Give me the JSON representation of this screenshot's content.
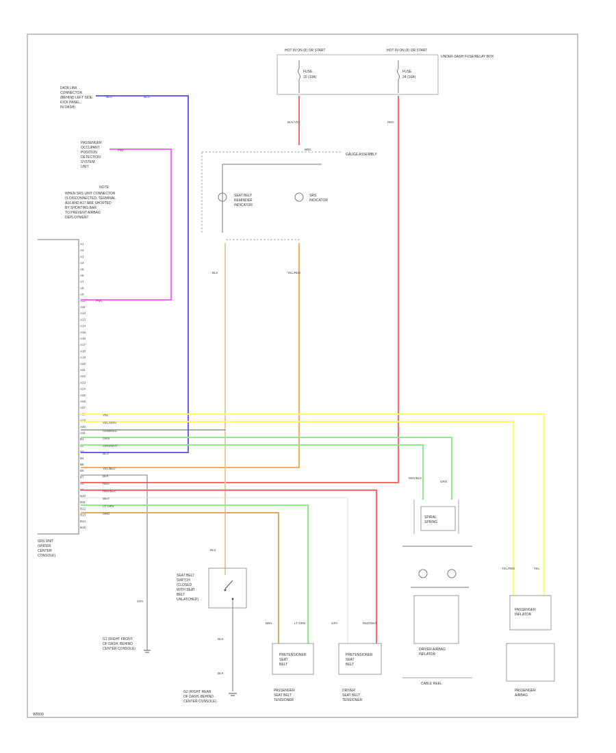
{
  "frame": {
    "footer_code": "W0000"
  },
  "colors": {
    "blue": "#6a5cff",
    "pink": "#ff66ff",
    "red": "#ff6666",
    "orange": "#ffaa55",
    "yellow": "#ffff66",
    "green": "#88ee88",
    "tan": "#e8cc99",
    "gray": "#9a9a9a",
    "black": "#333333"
  },
  "fuse_box": {
    "title": "UNDER-DASH FUSE/RELAY BOX",
    "left_fuse_header": "HOT IN ON (II) OR START",
    "right_fuse_header": "HOT IN ON (II) OR START",
    "left_fuse": [
      "FUSE",
      "15 (10A)"
    ],
    "right_fuse": [
      "FUSE",
      "24 (10A)"
    ]
  },
  "gauge_assembly": {
    "title": "GAUGE ASSEMBLY",
    "indicators": [
      {
        "name": "SEAT BELT",
        "lines": [
          "SEAT BELT",
          "REMINDER",
          "INDICATOR"
        ]
      },
      {
        "name": "SRS",
        "lines": [
          "SRS",
          "INDICATOR"
        ]
      }
    ]
  },
  "side_labels": {
    "data_link": [
      "DATA LINK",
      "CONNECTOR",
      "(BEHIND LEFT SIDE",
      "KICK PANEL,",
      "IN DASH)"
    ],
    "passenger_sensor": [
      "PASSENGER",
      "OCCUPANT",
      "POSITION",
      "DETECTION",
      "SYSTEM",
      "UNIT"
    ],
    "note": [
      "NOTE:",
      "WHEN SRS UNIT CONNECTOR",
      "IS DISCONNECTED, TERMINAL",
      "A16 AND A17 ARE SHORTED",
      "BY SHORTING BAR",
      "TO PREVENT AIRBAG",
      "DEPLOYMENT"
    ],
    "srs_unit": [
      "SRS UNIT",
      "(UNDER",
      "CENTER",
      "CONSOLE)"
    ]
  },
  "wire_codes": {
    "blk_yel": "BLK/YEL",
    "red": "RED",
    "yel": "YEL",
    "pnk": "PNK",
    "blu": "BLU",
    "brn": "BRN",
    "yel_blu": "YEL/BLU",
    "yel_grn": "YEL/GRN",
    "grn_red": "GRN/RED",
    "grn": "GRN",
    "grn_wht": "GRN/WHT",
    "yel_red": "YEL/RED",
    "org": "ORG",
    "wht": "WHT",
    "lt_grn": "LT GRN",
    "gry": "GRY",
    "blk": "BLK",
    "red_blk": "RED/BLK",
    "red_wht": "RED/WHT"
  },
  "bottom_labels": {
    "seat_belt_switch": [
      "SEAT BELT",
      "SWITCH",
      "(CLOSED",
      "WITH SEAT",
      "BELT",
      "UNLATCHED)"
    ],
    "ground_left": [
      "G1 (RIGHT FRONT",
      "OF DASH, BEHIND",
      "CENTER CONSOLE)"
    ],
    "ground_bottom": [
      "G2 (RIGHT REAR",
      "OF DASH, BEHIND",
      "CENTER CONSOLE)"
    ],
    "passenger_pretensioner": [
      "PASSENGER",
      "SEAT BELT",
      "TENSIONER"
    ],
    "driver_pretensioner": [
      "DRIVER",
      "SEAT BELT",
      "TENSIONER"
    ],
    "driver_airbag": [
      "DRIVER AIRBAG",
      "INFLATOR"
    ],
    "cable_reel": [
      "CABLE REEL"
    ],
    "spiral": [
      "SPIRAL",
      "SPRING"
    ],
    "passenger_airbag": [
      "PASSENGER",
      "AIRBAG"
    ],
    "passenger_inflator": [
      "PASSENGER",
      "INFLATOR"
    ],
    "pretensioner_box": [
      "PRETENSIONER",
      "SEAT",
      "BELT"
    ]
  },
  "connector_pins": [
    "A1",
    "A2",
    "A3",
    "A4",
    "A5",
    "A6",
    "A7",
    "A8",
    "A9",
    "A10",
    "A11",
    "A12",
    "A13",
    "A14",
    "A15",
    "A16",
    "A17",
    "A18",
    "A19",
    "A20",
    "A21",
    "A22",
    "A23",
    "A24",
    "A25",
    "A26",
    "A27",
    "A28",
    "A29",
    "A30",
    "A31",
    "B1",
    "B2",
    "B3",
    "B4",
    "B5",
    "B6",
    "B7",
    "B8",
    "B9",
    "B10",
    "B11",
    "B12",
    "B13",
    "B14",
    "B15"
  ]
}
